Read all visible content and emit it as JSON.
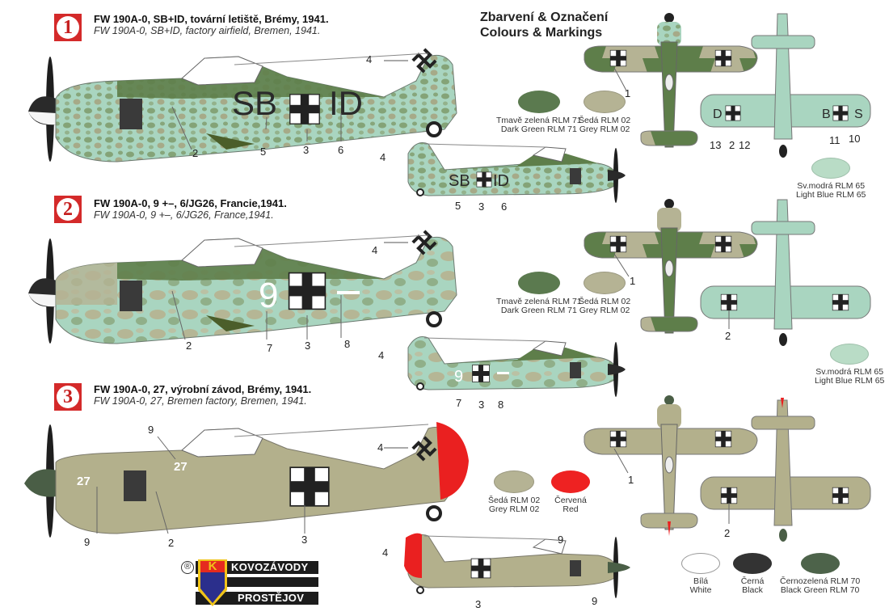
{
  "heading": {
    "line1": "Zbarvení & Označení",
    "line2": "Colours & Markings"
  },
  "schemes": [
    {
      "number": "1",
      "title_cz": "FW 190A-0, SB+ID, tovární letiště, Brémy, 1941.",
      "title_en": "FW 190A-0, SB+ID, factory airfield, Bremen, 1941.",
      "code": "SB+ID",
      "code_left": "SB",
      "code_right": "ID",
      "side_callouts": [
        "4",
        "2",
        "5",
        "3",
        "6"
      ],
      "small_callouts": [
        "4",
        "5",
        "3",
        "6"
      ],
      "top_callouts": [
        "1"
      ],
      "bottom_callouts": [
        "13",
        "2",
        "12",
        "11",
        "10"
      ],
      "colors": {
        "upper": "#5e7e4a",
        "camo": "#b3b08c",
        "lower": "#a9d5c0"
      }
    },
    {
      "number": "2",
      "title_cz": "FW 190A-0, 9 +–, 6/JG26, Francie,1941.",
      "title_en": "FW 190A-0, 9 +–, 6/JG26, France,1941.",
      "code": "9",
      "side_callouts": [
        "4",
        "2",
        "7",
        "3",
        "8"
      ],
      "small_callouts": [
        "4",
        "7",
        "3",
        "8"
      ],
      "top_callouts": [
        "1"
      ],
      "bottom_callouts": [
        "2"
      ],
      "colors": {
        "upper": "#5e7e4a",
        "camo": "#b3b08c",
        "lower": "#a9d5c0"
      }
    },
    {
      "number": "3",
      "title_cz": "FW 190A-0, 27, výrobní závod, Brémy, 1941.",
      "title_en": "FW 190A-0, 27, Bremen factory, Bremen, 1941.",
      "code": "27",
      "side_callouts": [
        "9",
        "4",
        "9",
        "2",
        "3"
      ],
      "small_callouts": [
        "4",
        "9",
        "3",
        "9"
      ],
      "top_callouts": [
        "1"
      ],
      "bottom_callouts": [
        "2"
      ],
      "colors": {
        "upper": "#b3b08c",
        "rudder": "#ea2020",
        "spinner": "#4a5e46"
      }
    }
  ],
  "swatches": {
    "set1": [
      {
        "cz": "Tmavě zelená RLM 71",
        "en": "Dark Green RLM 71",
        "color": "#5b7a4f"
      },
      {
        "cz": "Šedá RLM 02",
        "en": "Grey RLM 02",
        "color": "#b5b394"
      },
      {
        "cz": "Sv.modrá RLM 65",
        "en": "Light Blue RLM 65",
        "color": "#b9dcc6"
      }
    ],
    "set2": [
      {
        "cz": "Tmavě zelená RLM 71",
        "en": "Dark Green RLM 71",
        "color": "#5b7a4f"
      },
      {
        "cz": "Šedá RLM 02",
        "en": "Grey RLM 02",
        "color": "#b5b394"
      },
      {
        "cz": "Sv.modrá RLM 65",
        "en": "Light Blue RLM 65",
        "color": "#b9dcc6"
      }
    ],
    "set3": [
      {
        "cz": "Šedá RLM 02",
        "en": "Grey RLM 02",
        "color": "#b5b394"
      },
      {
        "cz": "Červená",
        "en": "Red",
        "color": "#ee2222"
      }
    ],
    "common": [
      {
        "cz": "Bílá",
        "en": "White",
        "color": "#ffffff"
      },
      {
        "cz": "Černá",
        "en": "Black",
        "color": "#333333"
      },
      {
        "cz": "Černozelená RLM 70",
        "en": "Black Green RLM 70",
        "color": "#4d634a"
      }
    ]
  },
  "logo": {
    "registered": "®",
    "letter": "K",
    "line1": "KOVOZÁVODY",
    "line2": "PROSTĚJOV"
  }
}
